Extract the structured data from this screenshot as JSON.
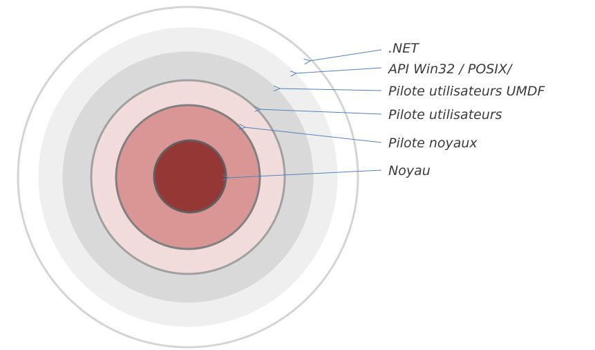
{
  "layers": [
    {
      "label": ".NET",
      "fill": "#ffffff",
      "stroke": "#d4d4d4"
    },
    {
      "label": "API Win32 / POSIX/",
      "fill": "#efefef",
      "stroke": "#efefef"
    },
    {
      "label": "Pilote utilisateurs UMDF",
      "fill": "#d9d9d9",
      "stroke": "#d9d9d9"
    },
    {
      "label": "Pilote utilisateurs",
      "fill": "#f2dcdb",
      "stroke": "#a0a0a0"
    },
    {
      "label": "Pilote noyaux",
      "fill": "#d99694",
      "stroke": "#808080"
    },
    {
      "label": "Noyau",
      "fill": "#953735",
      "stroke": "#606060"
    }
  ],
  "colors": {
    "arrow": "#4f81bd",
    "text": "#3a3a3a"
  }
}
